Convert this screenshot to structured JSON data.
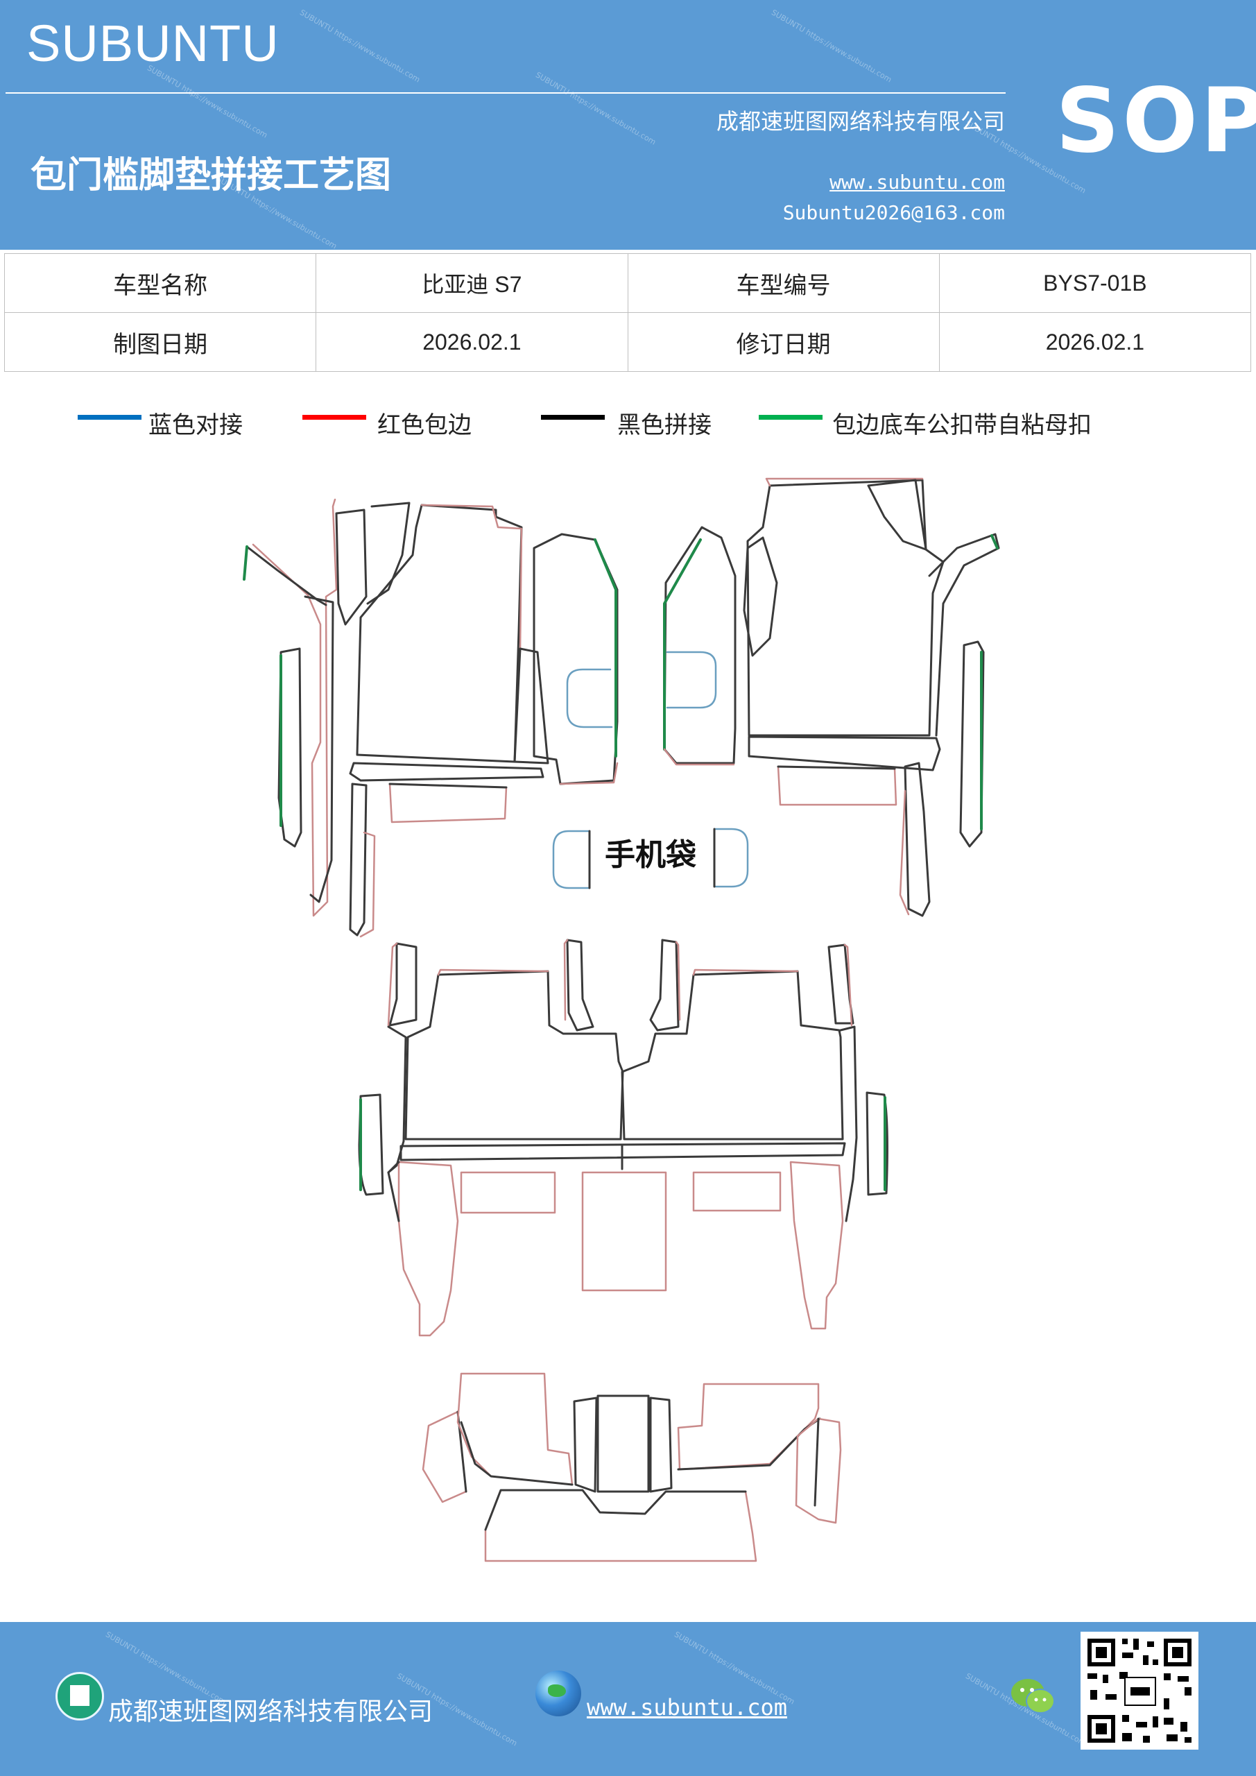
{
  "header": {
    "brand": "SUBUNTU",
    "title": "包门槛脚垫拼接工艺图",
    "company": "成都速班图网络科技有限公司",
    "website": "www.subuntu.com",
    "email": "Subuntu2026@163.com",
    "badge": "SOP"
  },
  "info_table": {
    "rows": [
      {
        "label1": "车型名称",
        "value1": "比亚迪 S7",
        "label2": "车型编号",
        "value2": "BYS7-01B"
      },
      {
        "label1": "制图日期",
        "value1": "2026.02.1",
        "label2": "修订日期",
        "value2": "2026.02.1"
      }
    ]
  },
  "legend": [
    {
      "label": "蓝色对接",
      "color": "#0070c0"
    },
    {
      "label": "红色包边",
      "color": "#ff0000"
    },
    {
      "label": "黑色拼接",
      "color": "#000000"
    },
    {
      "label": "包边底车公扣带自粘母扣",
      "color": "#00b050"
    }
  ],
  "drawing": {
    "center_label": "手机袋"
  },
  "footer": {
    "company": "成都速班图网络科技有限公司",
    "website": "www.subuntu.com "
  },
  "colors": {
    "header_bg": "#5b9bd5",
    "outline_dark": "#3a3a3a",
    "outline_red": "#c98a8a",
    "outline_blue": "#6a9fc0",
    "outline_green": "#1f8a4a"
  }
}
